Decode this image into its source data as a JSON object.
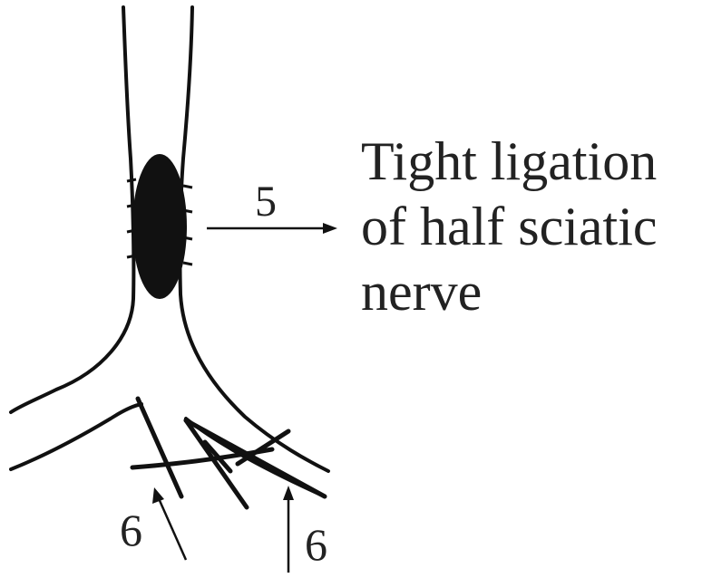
{
  "labels": {
    "number_5": "5",
    "ligation_line1": "Tight ligation",
    "ligation_line2": "of half sciatic",
    "ligation_line3": "nerve",
    "number_6_left": "6",
    "number_6_right": "6"
  },
  "colors": {
    "ink": "#111111",
    "text": "#222222",
    "background": "#ffffff"
  }
}
